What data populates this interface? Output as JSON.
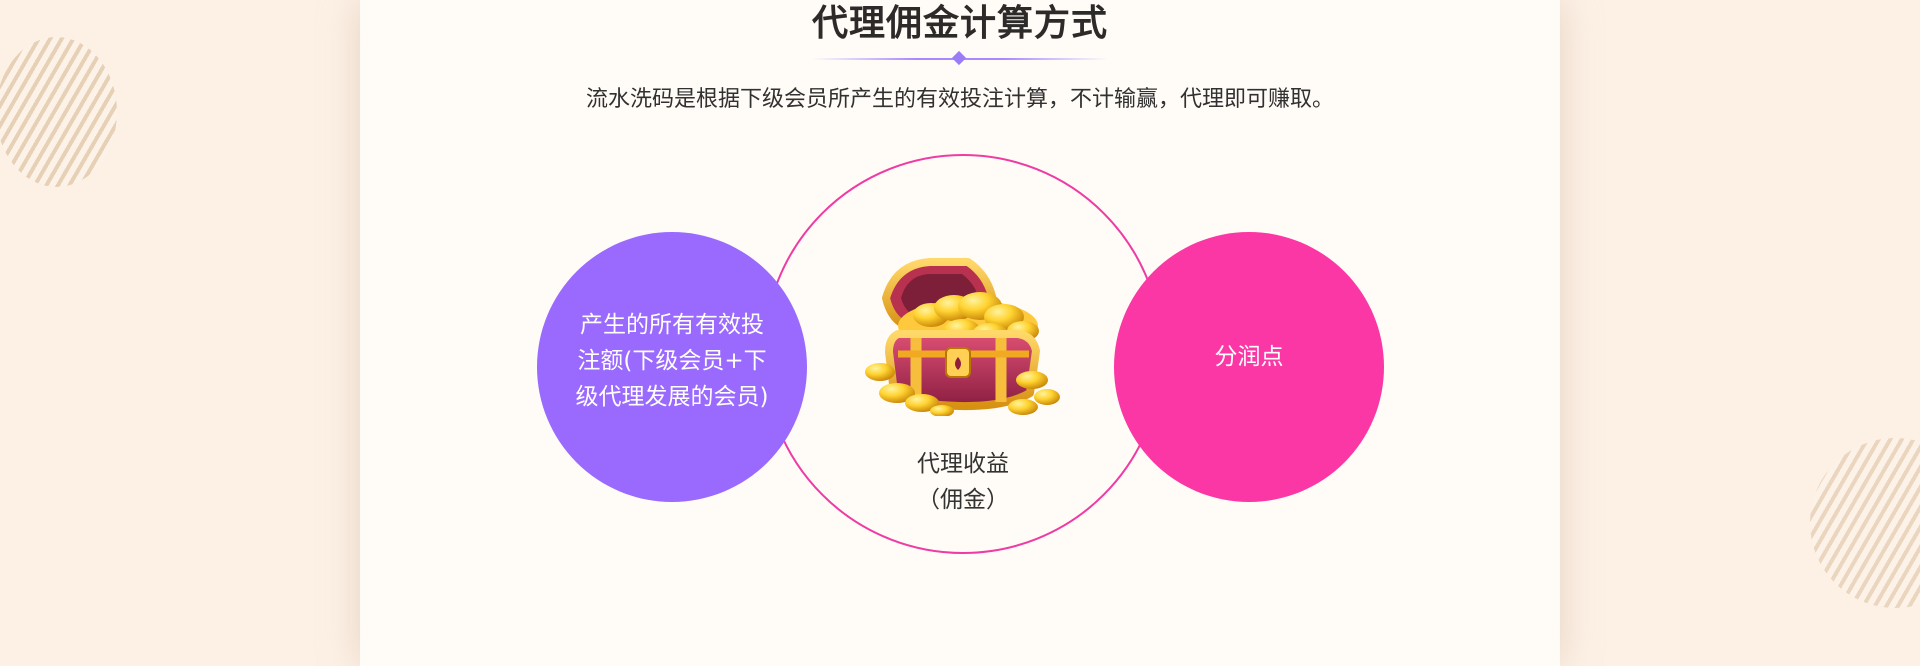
{
  "section": {
    "title": "代理佣金计算方式",
    "subtitle": "流水洗码是根据下级会员所产生的有效投注计算，不计输赢，代理即可赚取。"
  },
  "diagram": {
    "left_circle": {
      "text": "产生的所有有效投\n注额(下级会员+下\n级代理发展的会员)",
      "color": "#9a6afe"
    },
    "center_circle": {
      "line1": "代理收益",
      "line2": "（佣金）",
      "ring_color": "#ef3ba4",
      "icon": "treasure-chest-icon"
    },
    "right_circle": {
      "text": "分润点",
      "color": "#fb37a5"
    }
  },
  "colors": {
    "background": "#fdf1e6",
    "panel": "#fffcf7",
    "accent_purple": "#9b7cf8"
  }
}
